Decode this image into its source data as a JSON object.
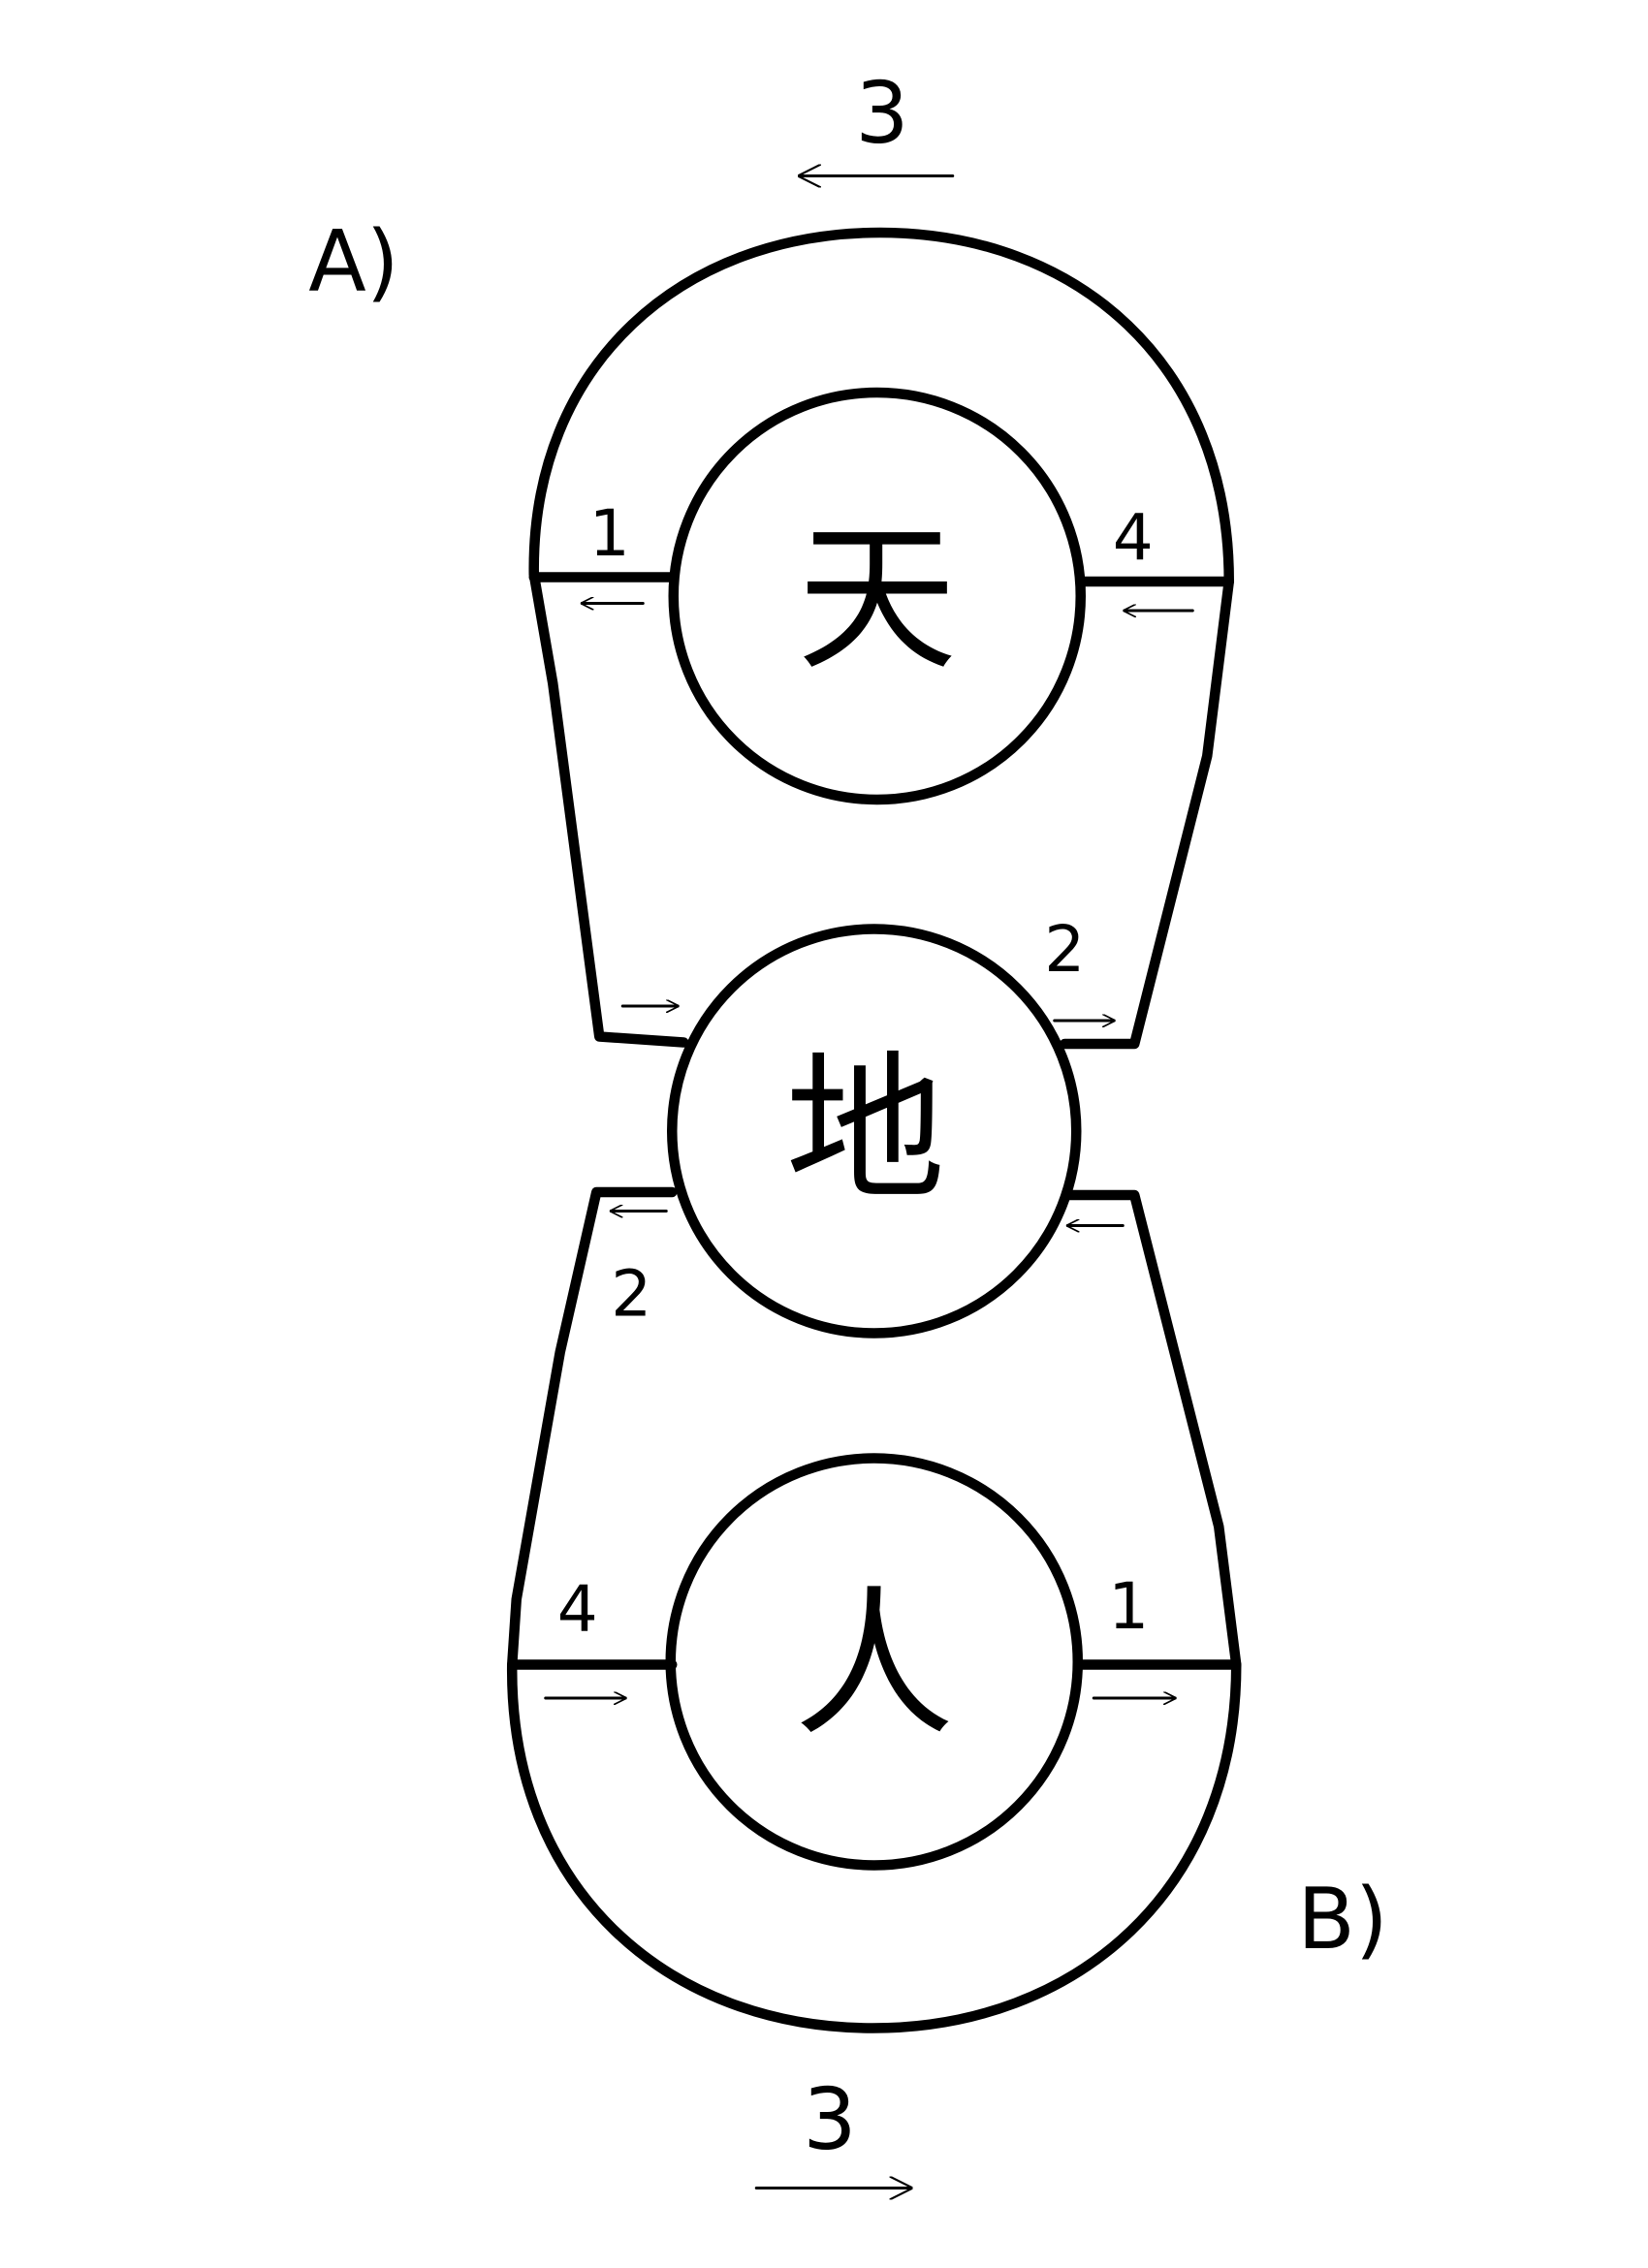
{
  "diagram": {
    "label_a": "A)",
    "label_b": "B)",
    "top_flow_number": "3",
    "bottom_flow_number": "3",
    "circles": [
      {
        "id": "heaven",
        "character": "天"
      },
      {
        "id": "earth",
        "character": "地"
      },
      {
        "id": "human",
        "character": "人"
      }
    ],
    "upper_loop": {
      "left_number": "1",
      "right_number": "4",
      "earth_right_number": "2"
    },
    "lower_loop": {
      "earth_left_number": "2",
      "left_number": "4",
      "right_number": "1"
    },
    "color": "#000000"
  }
}
